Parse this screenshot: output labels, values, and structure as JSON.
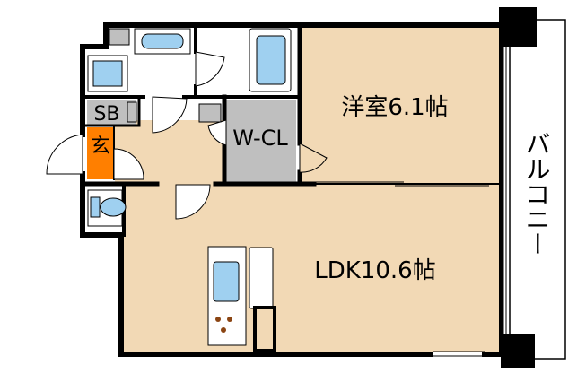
{
  "rooms": {
    "bedroom": "洋室6.1帖",
    "ldk": "LDK10.6帖",
    "wcl": "W-CL",
    "sb": "SB",
    "entrance": "玄",
    "balcony": "バルコニー"
  },
  "colors": {
    "floor": "#f2d9b5",
    "wall": "#000000",
    "closet": "#bfbfbf",
    "entrance": "#ff7f00",
    "fixture": "#9fd0f0",
    "balcony": "#ffffff"
  },
  "icons": [
    "bathtub-icon",
    "washbasin-icon",
    "washing-machine-icon",
    "toilet-icon",
    "kitchen-sink-icon",
    "stove-burner-icon",
    "refrigerator-icon"
  ]
}
